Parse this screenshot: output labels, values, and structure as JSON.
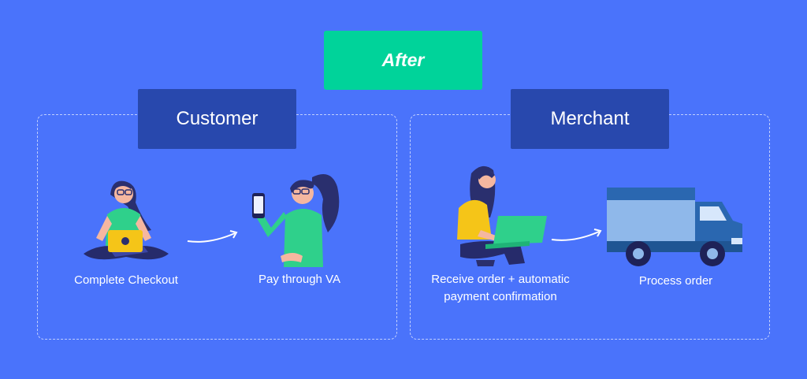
{
  "title": "After",
  "groups": {
    "customer": {
      "label": "Customer"
    },
    "merchant": {
      "label": "Merchant"
    }
  },
  "steps": {
    "complete_checkout": "Complete Checkout",
    "pay_through_va": "Pay through VA",
    "receive_order": "Receive order + automatic payment confirmation",
    "process_order": "Process order"
  },
  "colors": {
    "background": "#4a73fb",
    "title_box": "#00d39a",
    "label_box": "#2848ad"
  },
  "icons": [
    "woman-laptop-icon",
    "woman-phone-icon",
    "woman-laptop-merchant-icon",
    "delivery-truck-icon",
    "arrow-icon"
  ]
}
